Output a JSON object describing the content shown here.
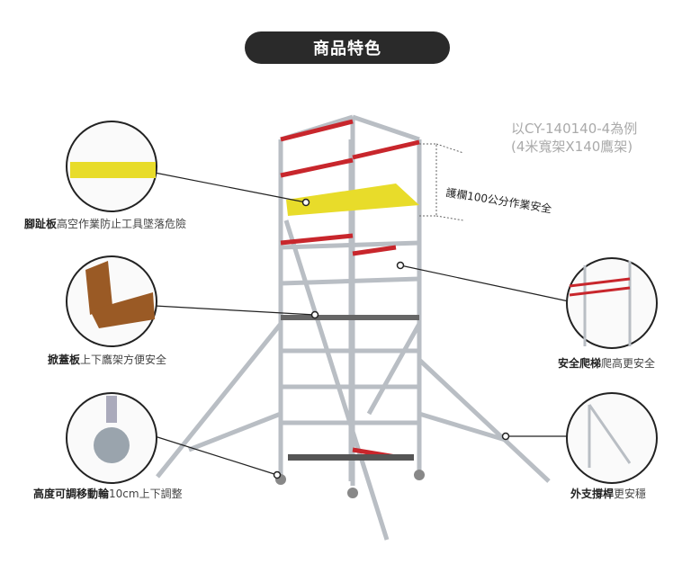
{
  "title": "商品特色",
  "model_note": {
    "line1": "以CY-140140-4為例",
    "line2": "(4米寬架X140鷹架)"
  },
  "guardrail_note": "護欄100公分作業安全",
  "features": [
    {
      "name": "腳趾板",
      "desc": "高空作業防止工具墜落危險"
    },
    {
      "name": "掀蓋板",
      "desc": "上下鷹架方便安全"
    },
    {
      "name": "高度可調移動輪",
      "desc": "10cm上下調整"
    },
    {
      "name": "安全爬梯",
      "desc": "爬高更安全"
    },
    {
      "name": "外支撐桿",
      "desc": "更安穩"
    }
  ],
  "colors": {
    "pill": "#2a2a2a",
    "red_rail": "#c8262c",
    "toeboard": "#e8dc2a",
    "frame": "#b9bec4"
  }
}
